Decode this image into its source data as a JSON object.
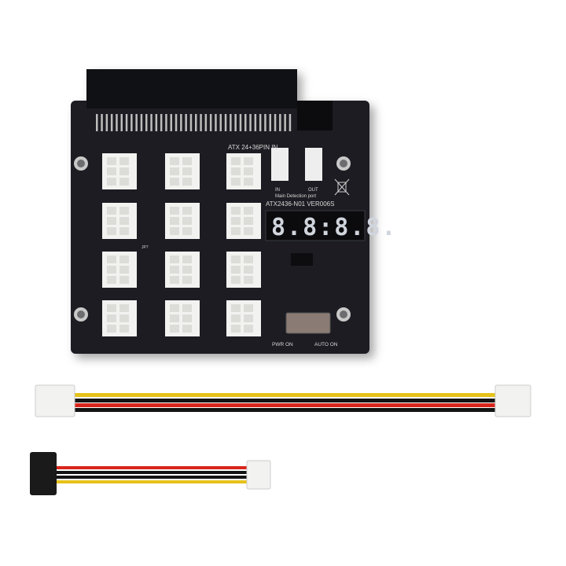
{
  "board": {
    "header_label": "ATX 24+36PIN IN",
    "in_label": "IN",
    "out_label": "OUT",
    "detection_label": "Main Detection port",
    "model_label": "ATX2436-N01  VER006S",
    "display_value": "8.8:8.8.",
    "pwr_on_label": "PWR ON",
    "auto_on_label": "AUTO ON",
    "jp_label": "JP7"
  },
  "colors": {
    "pcb": "#1c1d22",
    "connector": "#f2f2f0",
    "wire_yellow": "#e6c21a",
    "wire_red": "#d8261c",
    "wire_black": "#141414"
  }
}
